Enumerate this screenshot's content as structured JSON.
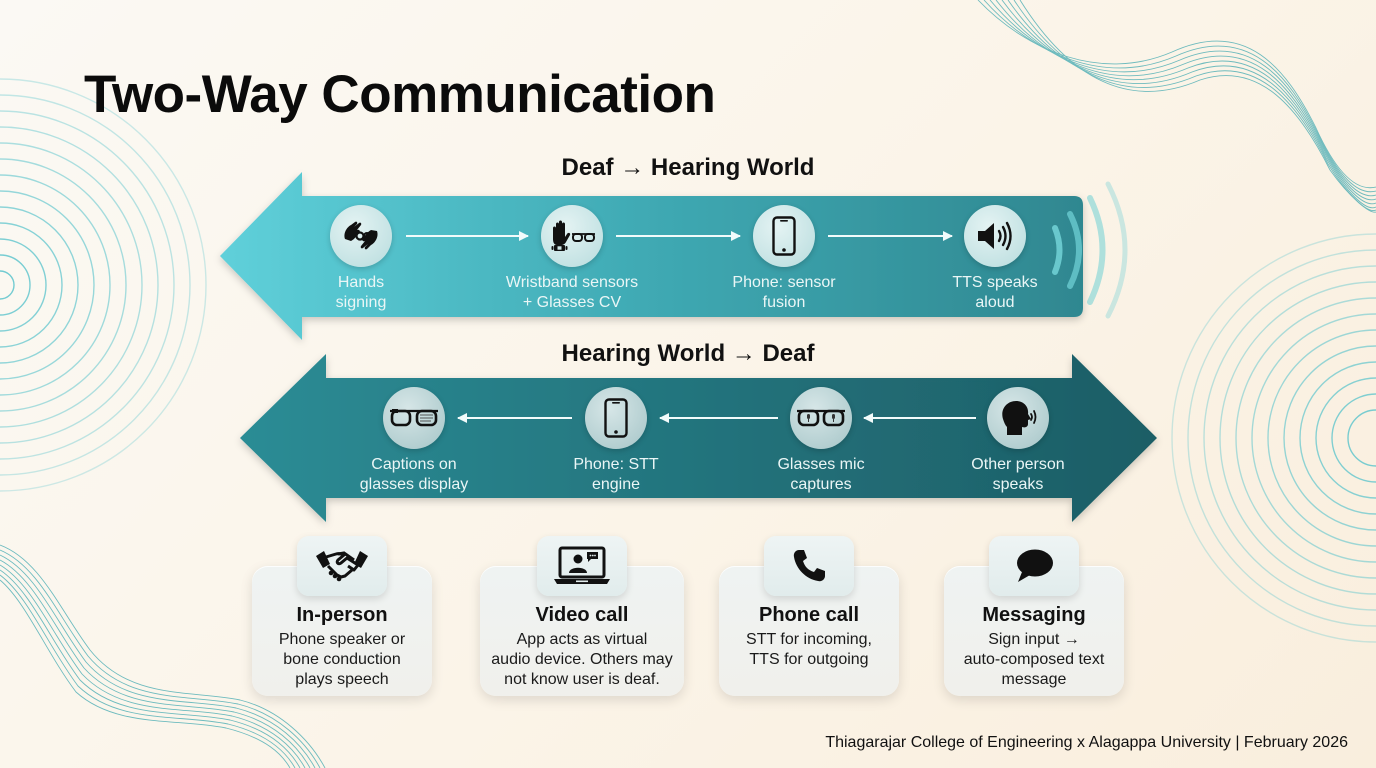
{
  "title": "Two-Way Communication",
  "colors": {
    "top_arrow_start": "#5fd0da",
    "top_arrow_end": "#2f8a93",
    "bottom_arrow_start": "#2b8a92",
    "bottom_arrow_end": "#1e5e66",
    "sound_waves": "#6fcfd4",
    "background": "#fbf6ec"
  },
  "deaf_to_hearing": {
    "heading": "Deaf → Hearing World",
    "steps": [
      {
        "icon": "sign-language-hands-icon",
        "label_line1": "Hands",
        "label_line2": "signing"
      },
      {
        "icon": "wristband-and-glasses-icon",
        "label_line1": "Wristband sensors",
        "label_line2": "+ Glasses CV"
      },
      {
        "icon": "smartphone-icon",
        "label_line1": "Phone: sensor",
        "label_line2": "fusion"
      },
      {
        "icon": "speaker-volume-icon",
        "label_line1": "TTS speaks",
        "label_line2": "aloud"
      }
    ]
  },
  "hearing_to_deaf": {
    "heading": "Hearing World → Deaf",
    "steps": [
      {
        "icon": "caption-glasses-icon",
        "label_line1": "Captions on",
        "label_line2": "glasses display"
      },
      {
        "icon": "smartphone-icon",
        "label_line1": "Phone: STT",
        "label_line2": "engine"
      },
      {
        "icon": "glasses-mic-icon",
        "label_line1": "Glasses mic",
        "label_line2": "captures"
      },
      {
        "icon": "speaking-head-icon",
        "label_line1": "Other person",
        "label_line2": "speaks"
      }
    ]
  },
  "scenarios": [
    {
      "icon": "handshake-icon",
      "title": "In-person",
      "desc_lines": [
        "Phone speaker or",
        "bone conduction",
        "plays speech"
      ]
    },
    {
      "icon": "laptop-video-call-icon",
      "title": "Video call",
      "desc_lines": [
        "App acts as virtual",
        "audio device. Others may",
        "not know user is deaf."
      ]
    },
    {
      "icon": "phone-handset-icon",
      "title": "Phone call",
      "desc_lines": [
        "STT for incoming,",
        "TTS for outgoing"
      ]
    },
    {
      "icon": "speech-bubble-icon",
      "title": "Messaging",
      "desc_lines": [
        "Sign input →",
        "auto-composed text",
        "message"
      ]
    }
  ],
  "footer": "Thiagarajar College of Engineering x Alagappa University | February 2026"
}
